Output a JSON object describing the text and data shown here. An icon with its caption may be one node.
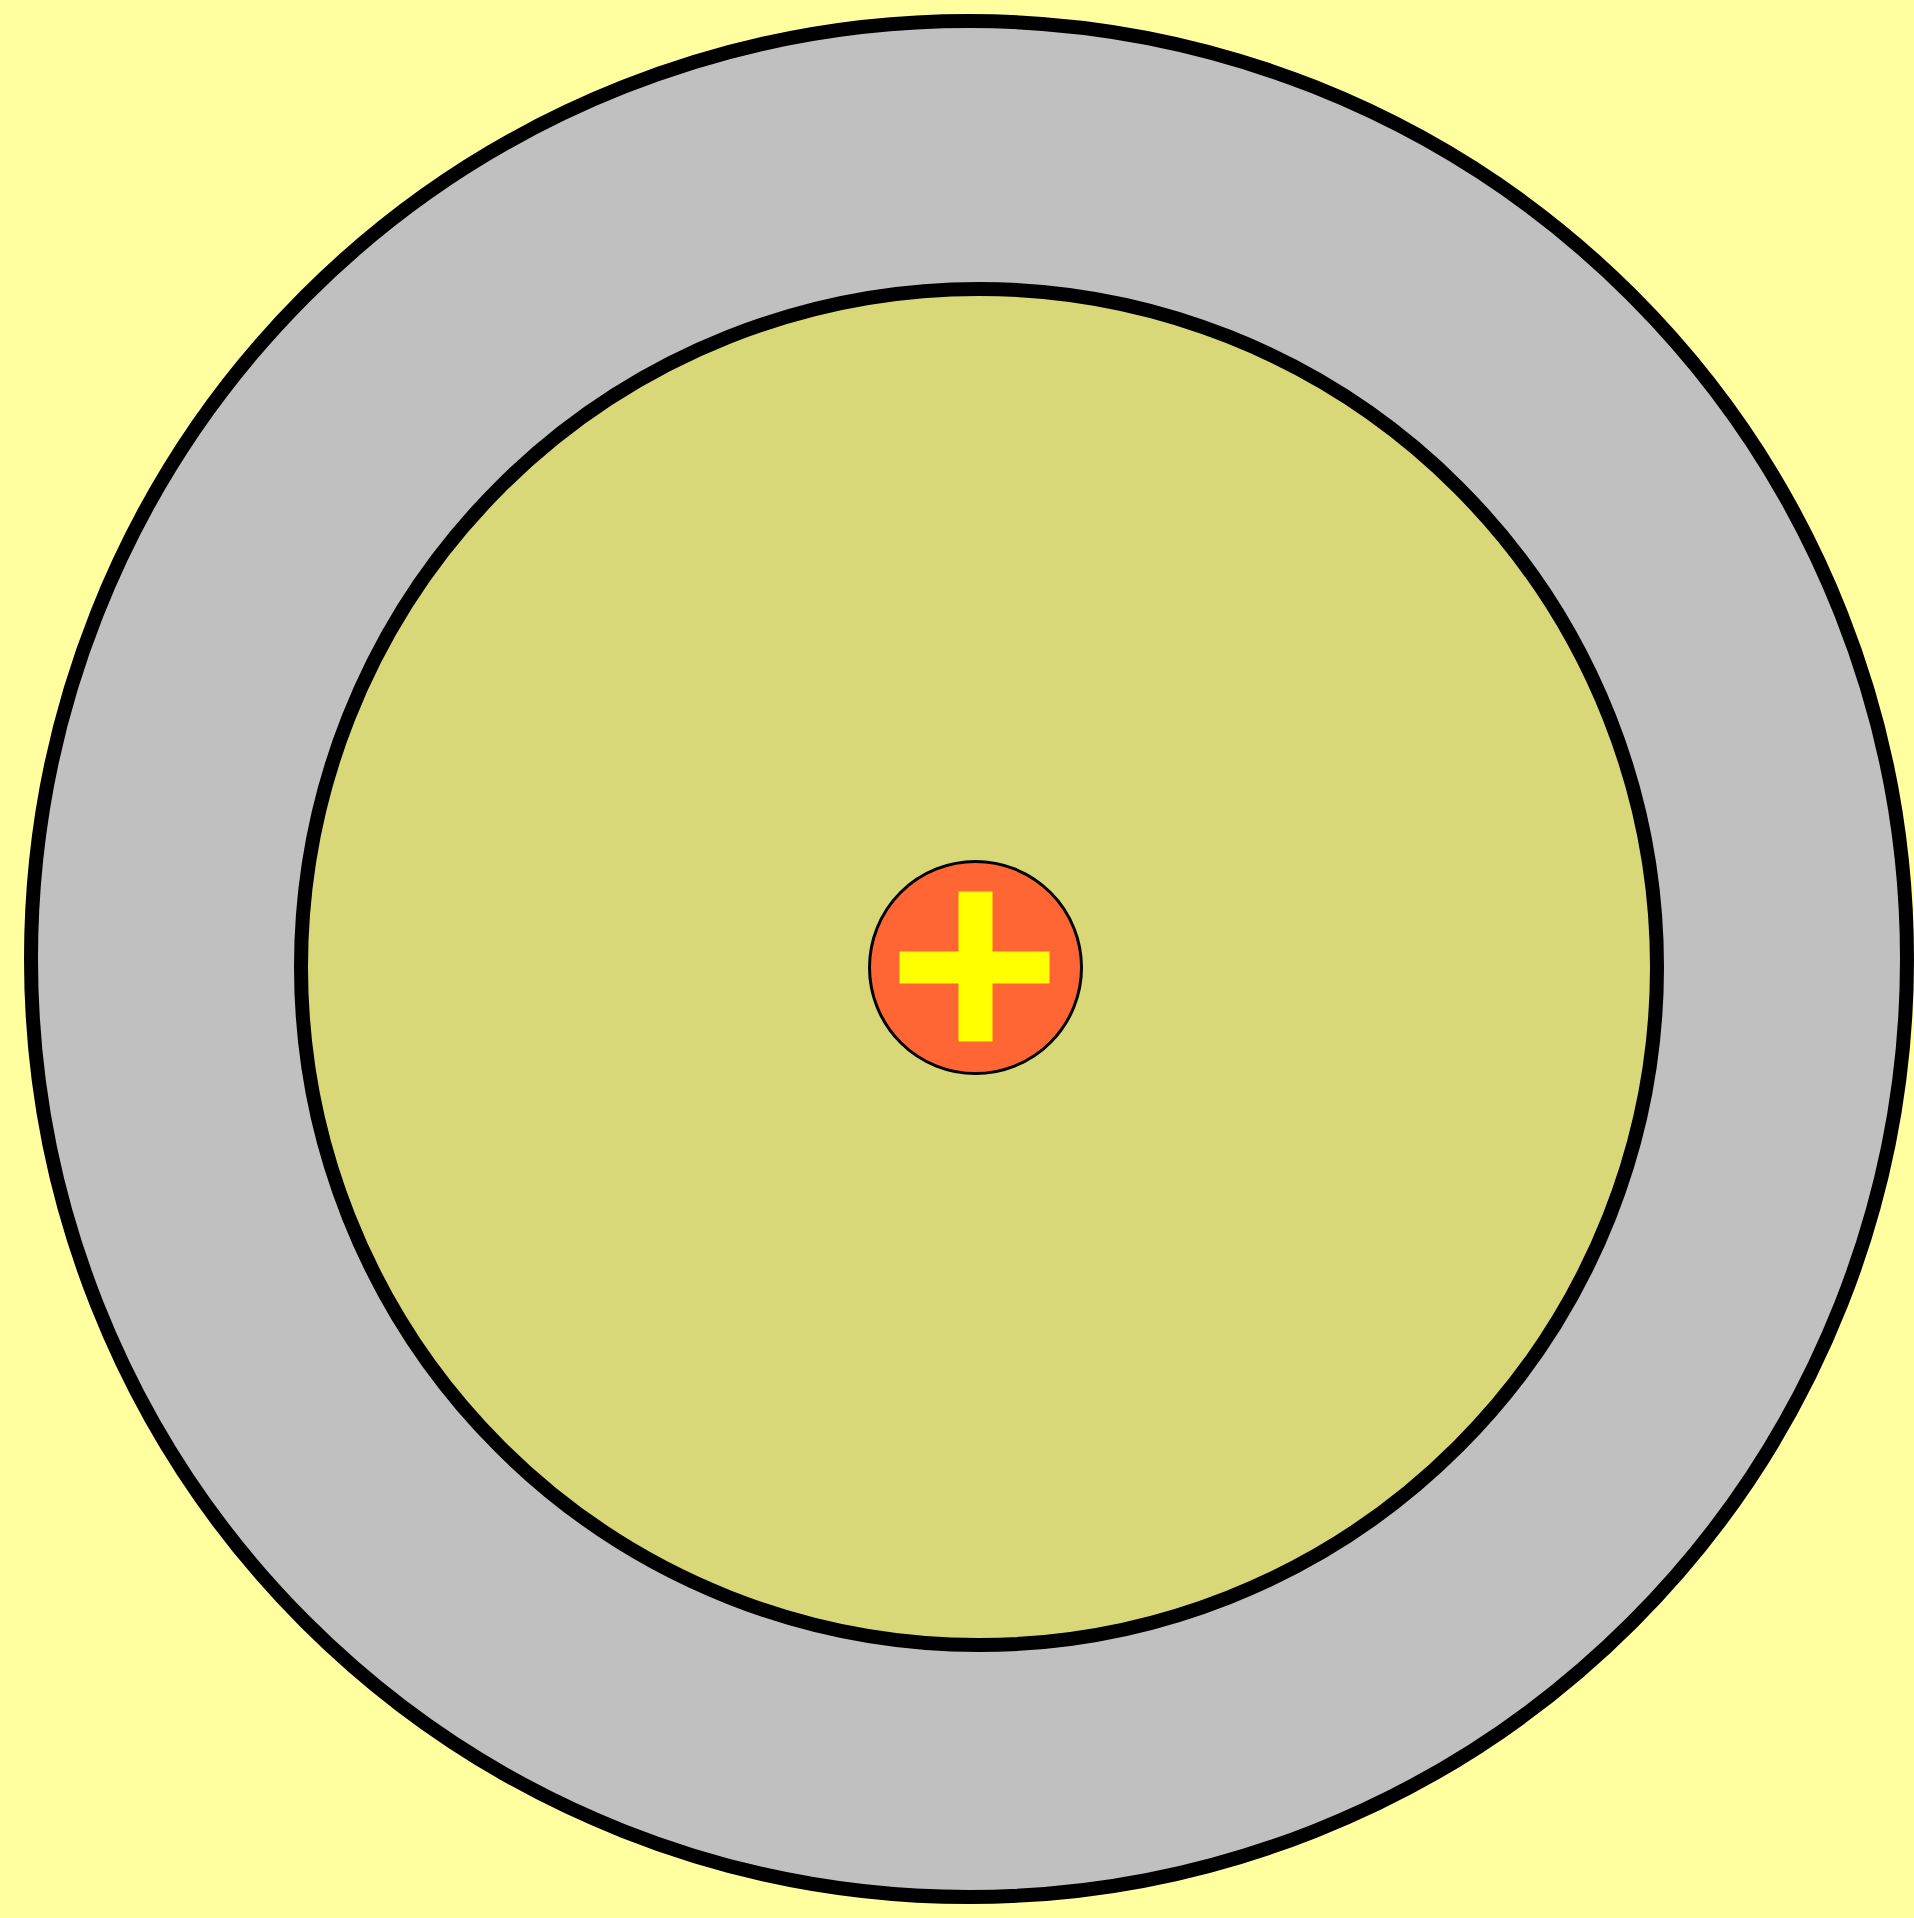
{
  "diagram": {
    "nodes": [
      {
        "text": [],
        "shape": "circle"
      },
      {
        "text": [],
        "shape": "circle",
        "in": 0
      },
      {
        "text": [],
        "shape": "circle",
        "in": 1
      }
    ]
  }
}
